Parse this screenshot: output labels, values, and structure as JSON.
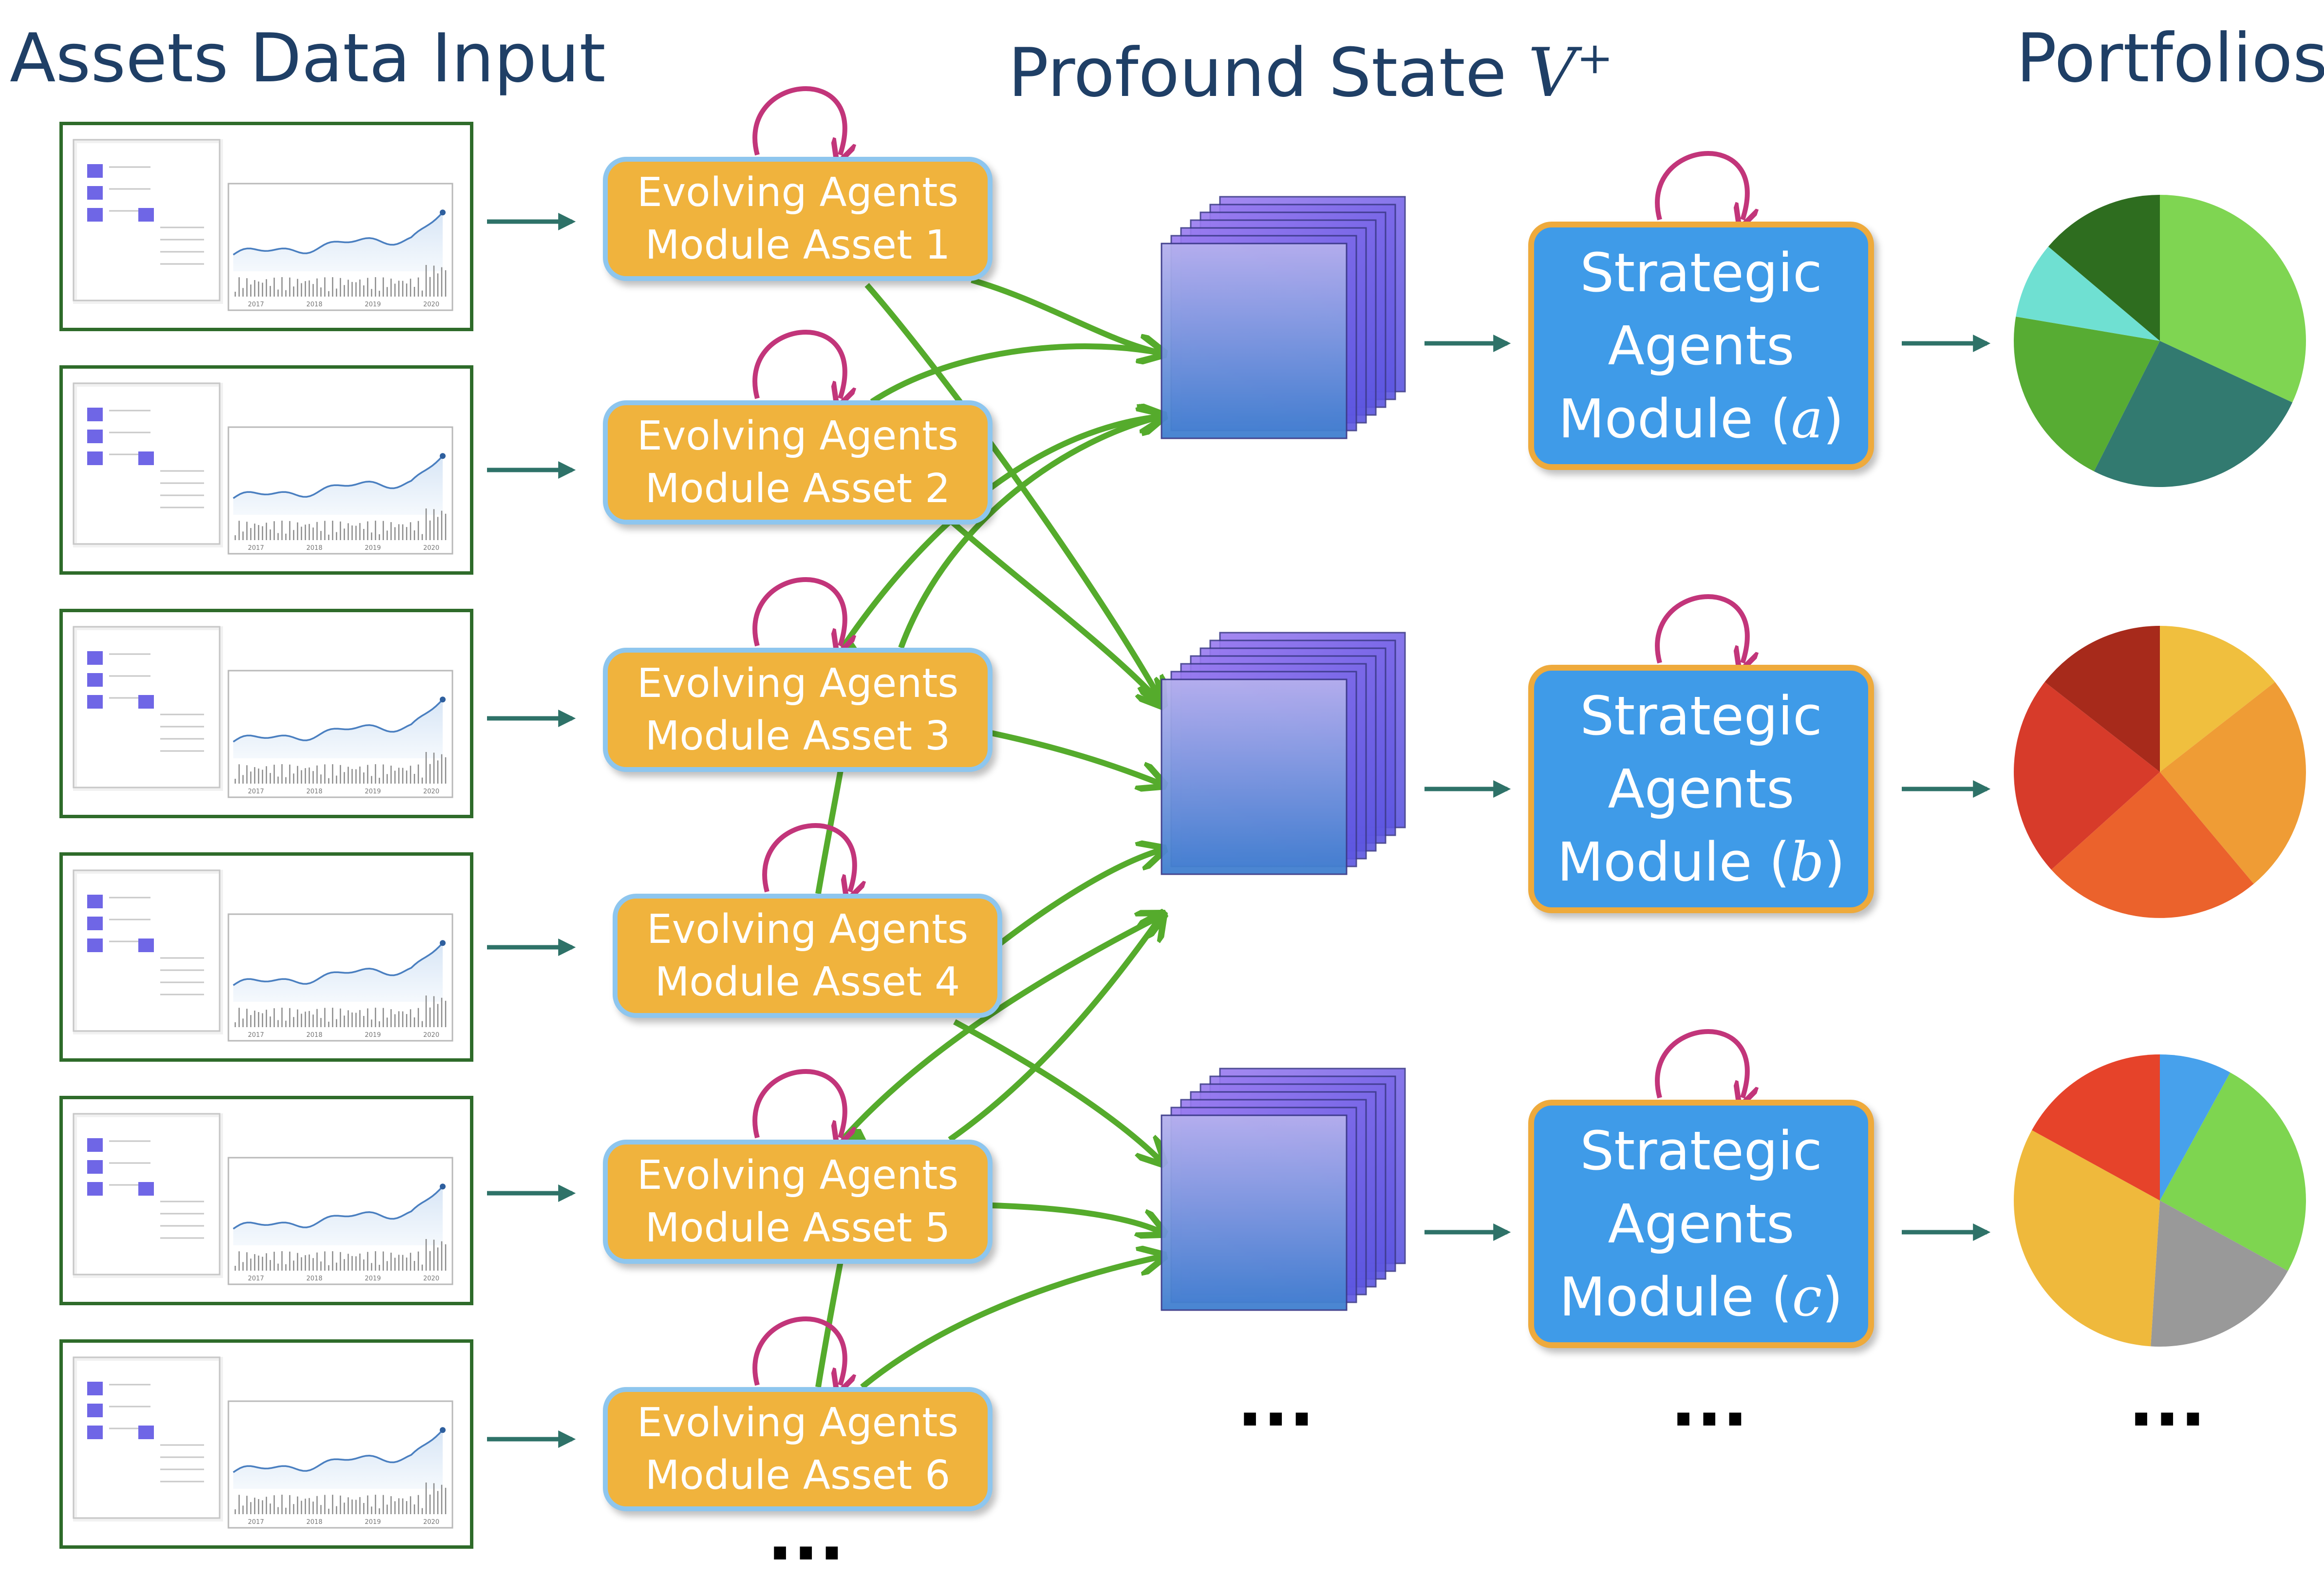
{
  "headers": {
    "left": "Assets Data Input",
    "center_text": "Profound State ",
    "center_var": "V",
    "center_sup": "+",
    "right": "Portfolios"
  },
  "input_panels": [
    {
      "years": [
        "2017",
        "2018",
        "2019",
        "2020"
      ]
    },
    {
      "years": [
        "2017",
        "2018",
        "2019",
        "2020"
      ]
    },
    {
      "years": [
        "2017",
        "2018",
        "2019",
        "2020"
      ]
    },
    {
      "years": [
        "2017",
        "2018",
        "2019",
        "2020"
      ]
    },
    {
      "years": [
        "2017",
        "2018",
        "2019",
        "2020"
      ]
    },
    {
      "years": [
        "2017",
        "2018",
        "2019",
        "2020"
      ]
    }
  ],
  "evolving_modules": [
    {
      "line1": "Evolving Agents",
      "line2": "Module Asset 1"
    },
    {
      "line1": "Evolving Agents",
      "line2": "Module Asset 2"
    },
    {
      "line1": "Evolving Agents",
      "line2": "Module Asset 3"
    },
    {
      "line1": "Evolving Agents",
      "line2": "Module Asset 4"
    },
    {
      "line1": "Evolving Agents",
      "line2": "Module Asset 5"
    },
    {
      "line1": "Evolving Agents",
      "line2": "Module Asset 6"
    }
  ],
  "strategic_modules": [
    {
      "line1": "Strategic",
      "line2": "Agents",
      "line3_text": "Module (",
      "var": "a",
      "close": ")"
    },
    {
      "line1": "Strategic",
      "line2": "Agents",
      "line3_text": "Module (",
      "var": "b",
      "close": ")"
    },
    {
      "line1": "Strategic",
      "line2": "Agents",
      "line3_text": "Module (",
      "var": "c",
      "close": ")"
    }
  ],
  "ellipses": {
    "assets": "...",
    "states": "...",
    "strategic": "...",
    "portfolios": "..."
  },
  "colors": {
    "header": "#1f3f66",
    "evolving_fill": "#f0b33d",
    "evolving_border": "#8ec6ee",
    "strategic_fill": "#3f9be8",
    "strategic_border": "#eeaa3c",
    "flow_arrow": "#2e7268",
    "green_arrow": "#55ab2c",
    "self_loop": "#c2357a",
    "panel_border": "#2e6b2a"
  },
  "portfolios": [
    {
      "weights": [
        0.3,
        0.24,
        0.19,
        0.08,
        0.13
      ],
      "colors": [
        "#7fd552",
        "#327a70",
        "#57ac33",
        "#6fe0d2",
        "#2e6d1f"
      ]
    },
    {
      "weights": [
        0.13,
        0.22,
        0.22,
        0.2,
        0.13
      ],
      "colors": [
        "#f0bf3e",
        "#ef9c35",
        "#eb622c",
        "#d73b2a",
        "#a72a1b"
      ]
    },
    {
      "weights": [
        0.08,
        0.25,
        0.18,
        0.32,
        0.17
      ],
      "colors": [
        "#47a1ec",
        "#7ed550",
        "#999999",
        "#efb93c",
        "#e6432a"
      ]
    }
  ]
}
